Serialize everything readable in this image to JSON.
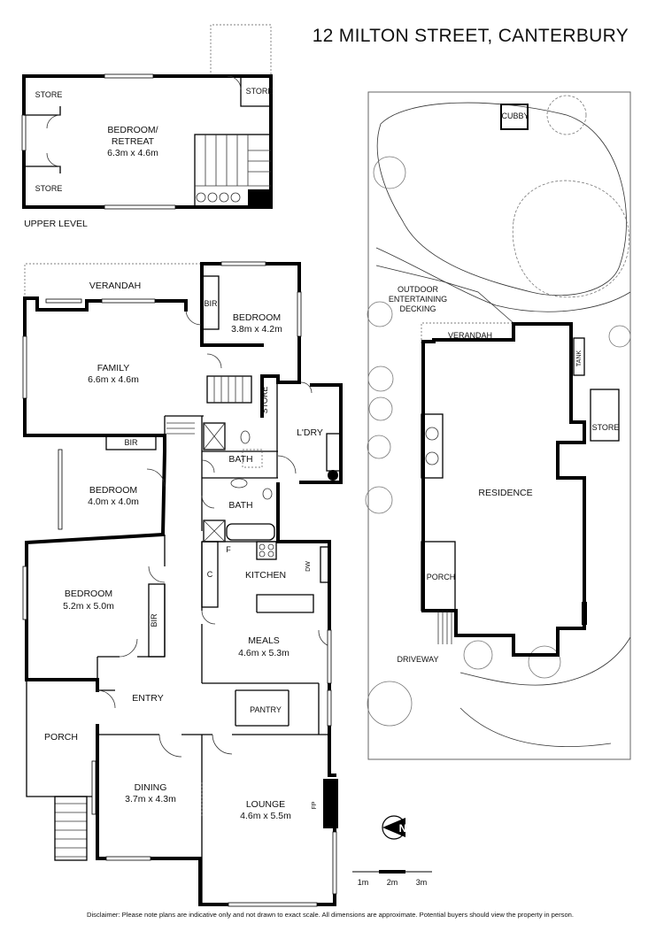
{
  "title": "12 MILTON STREET, CANTERBURY",
  "upper": {
    "level_label": "UPPER LEVEL",
    "store_a": "STORE",
    "store_b": "STORE",
    "store_c": "STORE",
    "bedroom_name": "BEDROOM/",
    "bedroom_name2": "RETREAT",
    "bedroom_size": "6.3m x 4.6m"
  },
  "ground": {
    "verandah": "VERANDAH",
    "family_name": "FAMILY",
    "family_size": "6.6m x 4.6m",
    "bir1": "BIR",
    "bedroom1_name": "BEDROOM",
    "bedroom1_size": "3.8m x 4.2m",
    "store": "STORE",
    "laundry": "L'DRY",
    "bir2": "BIR",
    "bath1": "BATH",
    "bath2": "BATH",
    "bedroom2_name": "BEDROOM",
    "bedroom2_size": "4.0m x 4.0m",
    "bedroom3_name": "BEDROOM",
    "bedroom3_size": "5.2m x 5.0m",
    "bir3": "BIR",
    "c": "C",
    "f": "F",
    "dw": "DW",
    "kitchen": "KITCHEN",
    "meals_name": "MEALS",
    "meals_size": "4.6m x 5.3m",
    "entry": "ENTRY",
    "pantry": "PANTRY",
    "porch": "PORCH",
    "dining_name": "DINING",
    "dining_size": "3.7m x 4.3m",
    "lounge_name": "LOUNGE",
    "lounge_size": "4.6m x 5.5m",
    "fp": "FP"
  },
  "site": {
    "cubby": "CUBBY",
    "decking1": "OUTDOOR",
    "decking2": "ENTERTAINING",
    "decking3": "DECKING",
    "verandah": "VERANDAH",
    "tank": "TANK",
    "store": "STORE",
    "residence": "RESIDENCE",
    "porch": "PORCH",
    "driveway": "DRIVEWAY"
  },
  "compass": {
    "letter": "N"
  },
  "scale": {
    "labels": [
      "1m",
      "2m",
      "3m"
    ]
  },
  "disclaimer": "Disclaimer: Please note plans are indicative only and not drawn to exact scale. All dimensions are approximate. Potential buyers should view the property in person."
}
